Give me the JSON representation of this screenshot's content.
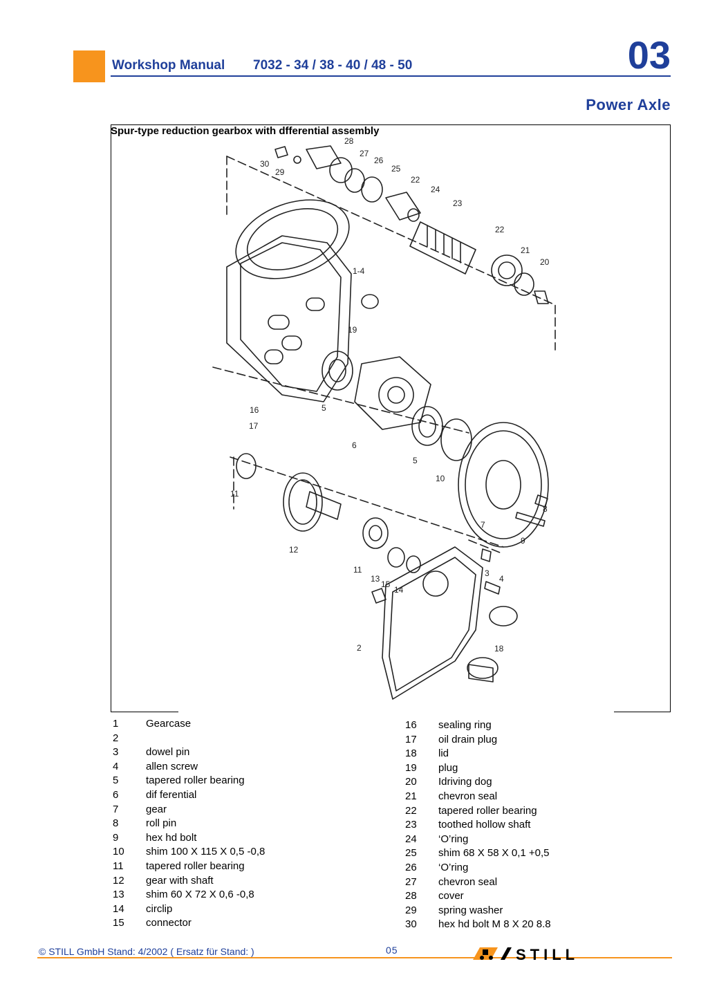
{
  "header": {
    "title": "Workshop Manual",
    "models": "7032 - 34 / 38 - 40 / 48 - 50",
    "chapter": "03",
    "section": "Power  Axle"
  },
  "figure": {
    "caption": "Spur-type reduction gearbox with dfferential assembly",
    "callouts": [
      "28",
      "27",
      "26",
      "25",
      "22",
      "24",
      "30",
      "29",
      "23",
      "22",
      "21",
      "20",
      "1-4",
      "19",
      "16",
      "17",
      "5",
      "6",
      "5",
      "10",
      "11",
      "8",
      "12",
      "7",
      "9",
      "11",
      "13",
      "15",
      "14",
      "3",
      "4",
      "2",
      "18"
    ]
  },
  "parts_left": [
    {
      "no": "1",
      "desc": "Gearcase"
    },
    {
      "no": "2",
      "desc": ""
    },
    {
      "no": "3",
      "desc": "dowel pin"
    },
    {
      "no": "4",
      "desc": "allen screw"
    },
    {
      "no": "5",
      "desc": "tapered roller bearing"
    },
    {
      "no": "6",
      "desc": "dif ferential"
    },
    {
      "no": "7",
      "desc": "gear"
    },
    {
      "no": "8",
      "desc": "roll pin"
    },
    {
      "no": "9",
      "desc": "hex hd bolt"
    },
    {
      "no": "10",
      "desc": "shim 100 X 115 X 0,5 -0,8"
    },
    {
      "no": "11",
      "desc": "tapered roller bearing"
    },
    {
      "no": "12",
      "desc": "gear with shaft"
    },
    {
      "no": "13",
      "desc": "shim 60 X 72 X 0,6 -0,8"
    },
    {
      "no": "14",
      "desc": "circlip"
    },
    {
      "no": "15",
      "desc": "connector"
    }
  ],
  "parts_right": [
    {
      "no": "16",
      "desc": "sealing ring"
    },
    {
      "no": "17",
      "desc": "oil drain plug"
    },
    {
      "no": "18",
      "desc": "lid"
    },
    {
      "no": "19",
      "desc": "plug"
    },
    {
      "no": "20",
      "desc": "Idriving dog"
    },
    {
      "no": "21",
      "desc": "chevron seal"
    },
    {
      "no": "22",
      "desc": "tapered roller bearing"
    },
    {
      "no": "23",
      "desc": "toothed hollow shaft"
    },
    {
      "no": "24",
      "desc": "‘O’ring"
    },
    {
      "no": "25",
      "desc": "shim 68 X 58 X 0,1 +0,5"
    },
    {
      "no": "26",
      "desc": "‘O’ring"
    },
    {
      "no": "27",
      "desc": "chevron seal"
    },
    {
      "no": "28",
      "desc": "cover"
    },
    {
      "no": "29",
      "desc": "spring washer"
    },
    {
      "no": "30",
      "desc": "hex hd bolt M 8 X 20 8.8"
    }
  ],
  "footer": {
    "copyright": "© STILL GmbH   Stand:  4/2002 ( Ersatz für Stand:            )",
    "page": "05",
    "logo_text": "STILL"
  },
  "colors": {
    "accent_orange": "#f7941d",
    "header_blue": "#1f3f9a"
  }
}
